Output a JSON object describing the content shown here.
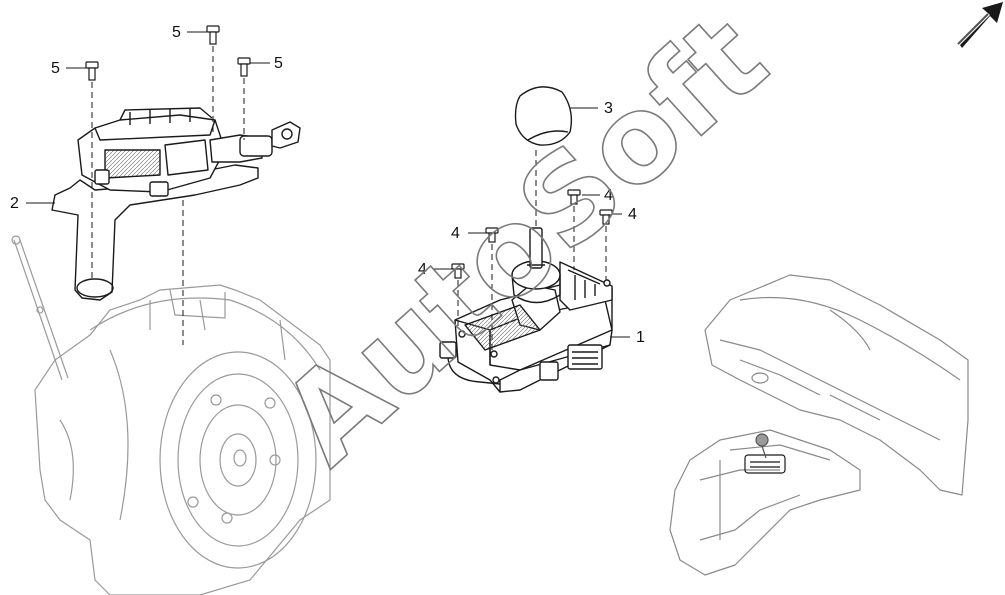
{
  "diagram": {
    "callouts": [
      {
        "id": "c1",
        "label": "1",
        "part": "gear-selector-module"
      },
      {
        "id": "c2",
        "label": "2",
        "part": "shift-actuator-bracket"
      },
      {
        "id": "c3",
        "label": "3",
        "part": "shift-knob"
      },
      {
        "id": "c4a",
        "label": "4",
        "part": "selector-screw"
      },
      {
        "id": "c4b",
        "label": "4",
        "part": "selector-screw"
      },
      {
        "id": "c4c",
        "label": "4",
        "part": "selector-screw"
      },
      {
        "id": "c4d",
        "label": "4",
        "part": "selector-screw"
      },
      {
        "id": "c5a",
        "label": "5",
        "part": "actuator-bolt"
      },
      {
        "id": "c5b",
        "label": "5",
        "part": "actuator-bolt"
      },
      {
        "id": "c5c",
        "label": "5",
        "part": "actuator-bolt"
      }
    ],
    "orientation_icon": "front-direction-arrow-icon",
    "watermark": {
      "text": "AutoSoft"
    },
    "colors": {
      "line": "#1a1a1a",
      "ghost": "#9a9a9a",
      "background": "#ffffff"
    }
  }
}
